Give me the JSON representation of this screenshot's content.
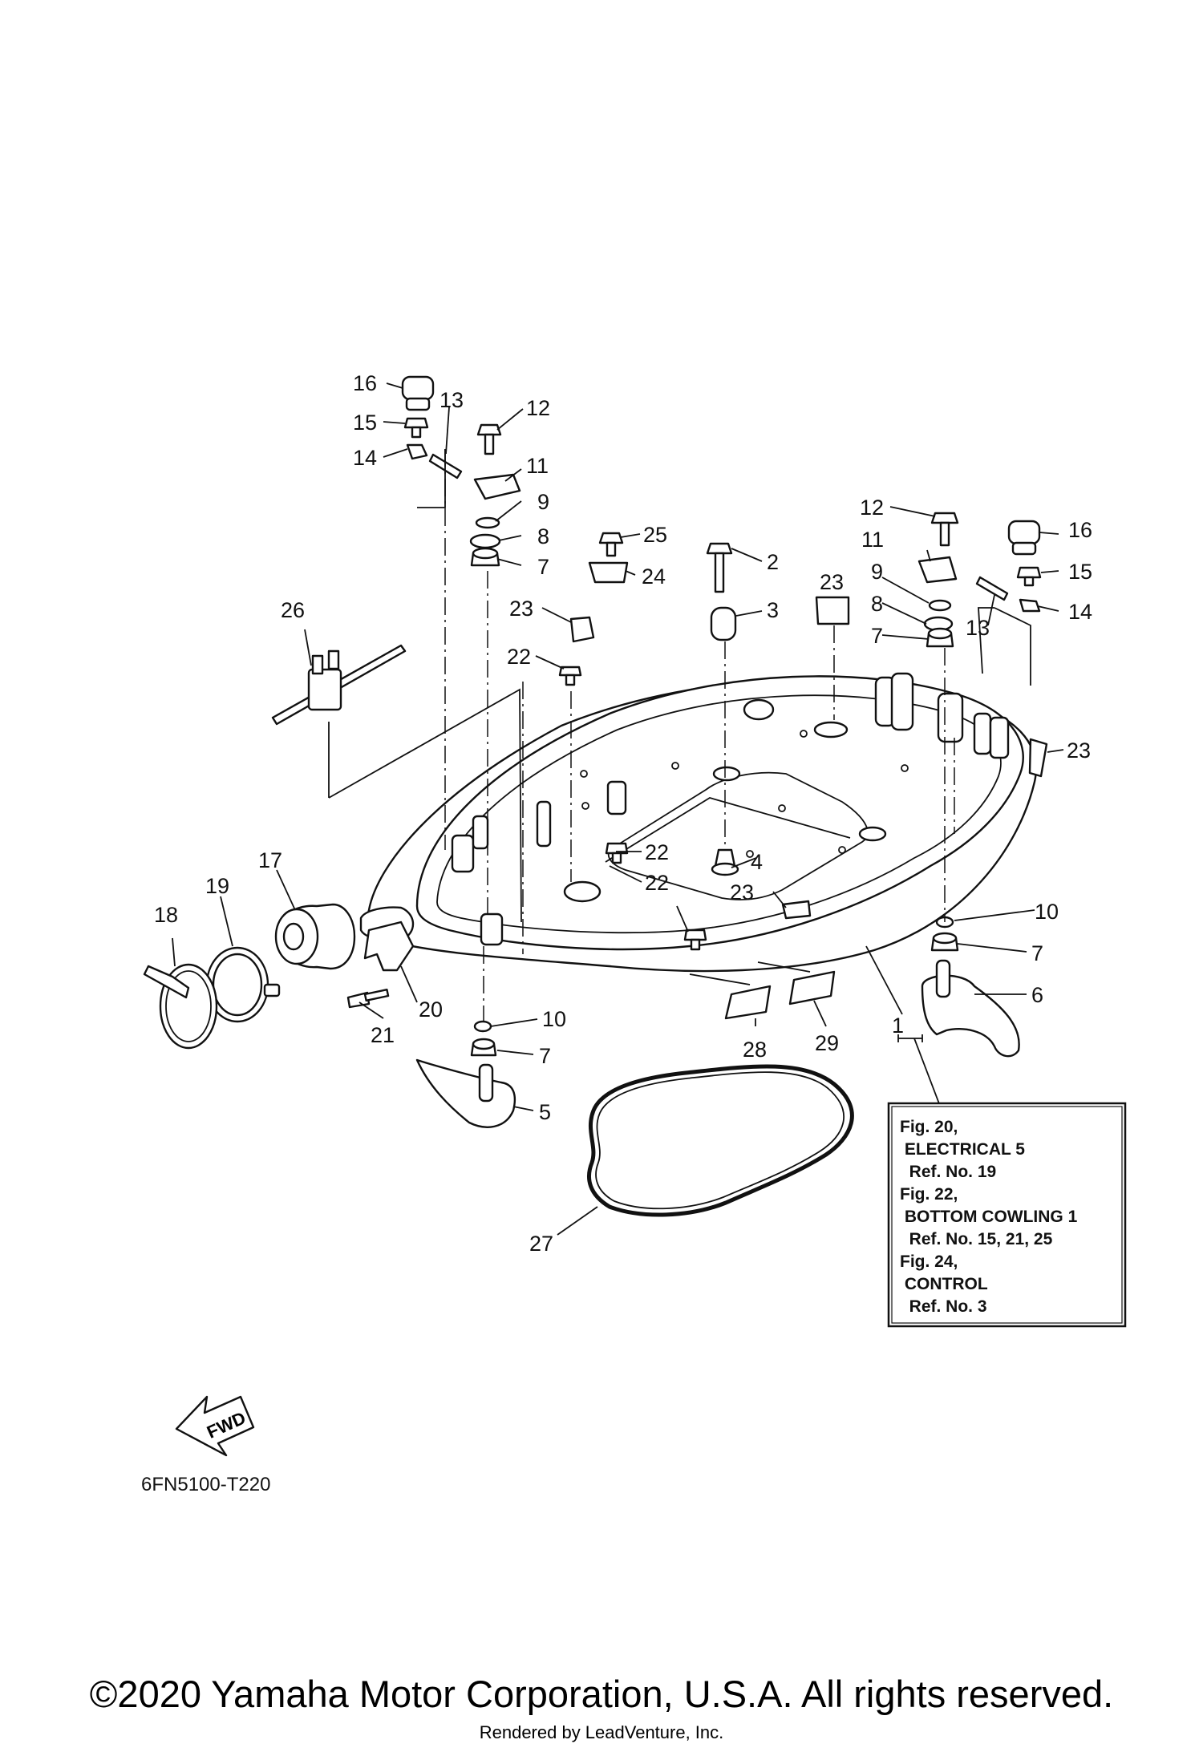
{
  "diagram": {
    "callouts": [
      {
        "id": "c16a",
        "label": "16"
      },
      {
        "id": "c15a",
        "label": "15"
      },
      {
        "id": "c14a",
        "label": "14"
      },
      {
        "id": "c13a",
        "label": "13"
      },
      {
        "id": "c12a",
        "label": "12"
      },
      {
        "id": "c11a",
        "label": "11"
      },
      {
        "id": "c9a",
        "label": "9"
      },
      {
        "id": "c8a",
        "label": "8"
      },
      {
        "id": "c7a",
        "label": "7"
      },
      {
        "id": "c25",
        "label": "25"
      },
      {
        "id": "c24",
        "label": "24"
      },
      {
        "id": "c23a",
        "label": "23"
      },
      {
        "id": "c2",
        "label": "2"
      },
      {
        "id": "c3",
        "label": "3"
      },
      {
        "id": "c26",
        "label": "26"
      },
      {
        "id": "c22a",
        "label": "22"
      },
      {
        "id": "c23b",
        "label": "23"
      },
      {
        "id": "c12b",
        "label": "12"
      },
      {
        "id": "c16b",
        "label": "16"
      },
      {
        "id": "c11b",
        "label": "11"
      },
      {
        "id": "c15b",
        "label": "15"
      },
      {
        "id": "c9b",
        "label": "9"
      },
      {
        "id": "c8b",
        "label": "8"
      },
      {
        "id": "c13b",
        "label": "13"
      },
      {
        "id": "c14b",
        "label": "14"
      },
      {
        "id": "c7b",
        "label": "7"
      },
      {
        "id": "c23c",
        "label": "23"
      },
      {
        "id": "c4",
        "label": "4"
      },
      {
        "id": "c22b",
        "label": "22"
      },
      {
        "id": "c22c",
        "label": "22"
      },
      {
        "id": "c23d",
        "label": "23"
      },
      {
        "id": "c17",
        "label": "17"
      },
      {
        "id": "c19",
        "label": "19"
      },
      {
        "id": "c18",
        "label": "18"
      },
      {
        "id": "c10a",
        "label": "10"
      },
      {
        "id": "c7c",
        "label": "7"
      },
      {
        "id": "c6",
        "label": "6"
      },
      {
        "id": "c20",
        "label": "20"
      },
      {
        "id": "c21",
        "label": "21"
      },
      {
        "id": "c10b",
        "label": "10"
      },
      {
        "id": "c7d",
        "label": "7"
      },
      {
        "id": "c5",
        "label": "5"
      },
      {
        "id": "c28",
        "label": "28"
      },
      {
        "id": "c29",
        "label": "29"
      },
      {
        "id": "c1",
        "label": "1"
      },
      {
        "id": "c27",
        "label": "27"
      }
    ],
    "reference_box": {
      "lines": [
        "Fig. 20,",
        " ELECTRICAL 5",
        "  Ref. No. 19",
        "Fig. 22,",
        " BOTTOM COWLING 1",
        "  Ref. No. 15, 21, 25",
        "Fig. 24,",
        " CONTROL",
        "  Ref. No. 3"
      ]
    },
    "fwd_label": "FWD",
    "diagram_code": "6FN5100-T220"
  },
  "footer": {
    "copyright": "©2020 Yamaha Motor Corporation, U.S.A. All rights reserved.",
    "rendered_by": "Rendered by LeadVenture, Inc."
  }
}
